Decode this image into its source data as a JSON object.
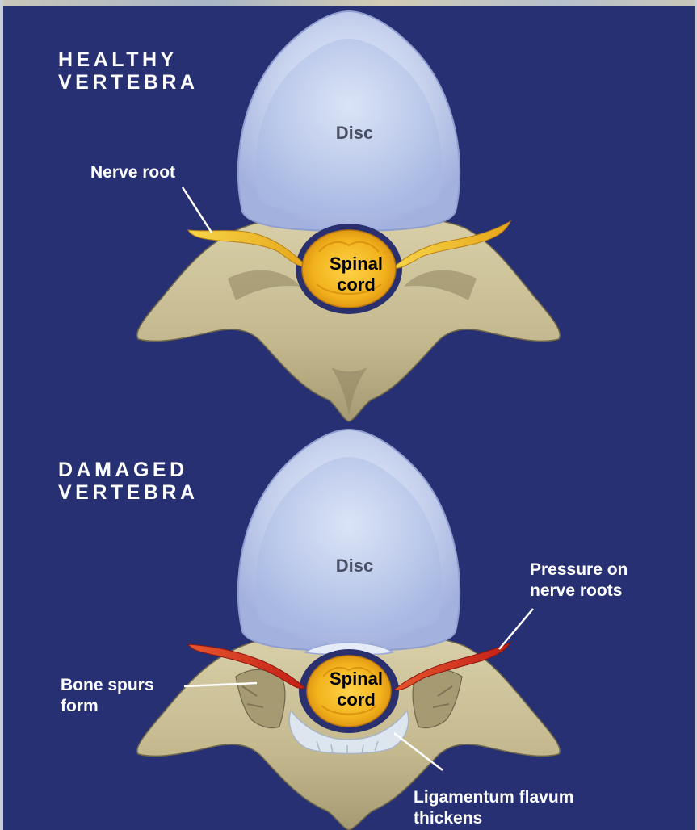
{
  "healthy": {
    "title": "HEALTHY\nVERTEBRA",
    "disc_label": "Disc",
    "spinal_cord_label": "Spinal\ncord",
    "nerve_root_label": "Nerve root"
  },
  "damaged": {
    "title": "DAMAGED\nVERTEBRA",
    "disc_label": "Disc",
    "spinal_cord_label": "Spinal\ncord",
    "pressure_label": "Pressure on\nnerve roots",
    "bone_spurs_label": "Bone spurs\nform",
    "ligamentum_label": "Ligamentum flavum\nthickens"
  },
  "colors": {
    "background": "#283074",
    "disc": "#c9d4ee",
    "disc_rim": "#9aa8d6",
    "bone": "#c9bd93",
    "bone_shadow": "#7c7354",
    "spinal_cord": "#f0b21a",
    "healthy_nerve": "#f2c12a",
    "compressed_nerve": "#d8321d",
    "ligament": "#dfe7f0"
  }
}
